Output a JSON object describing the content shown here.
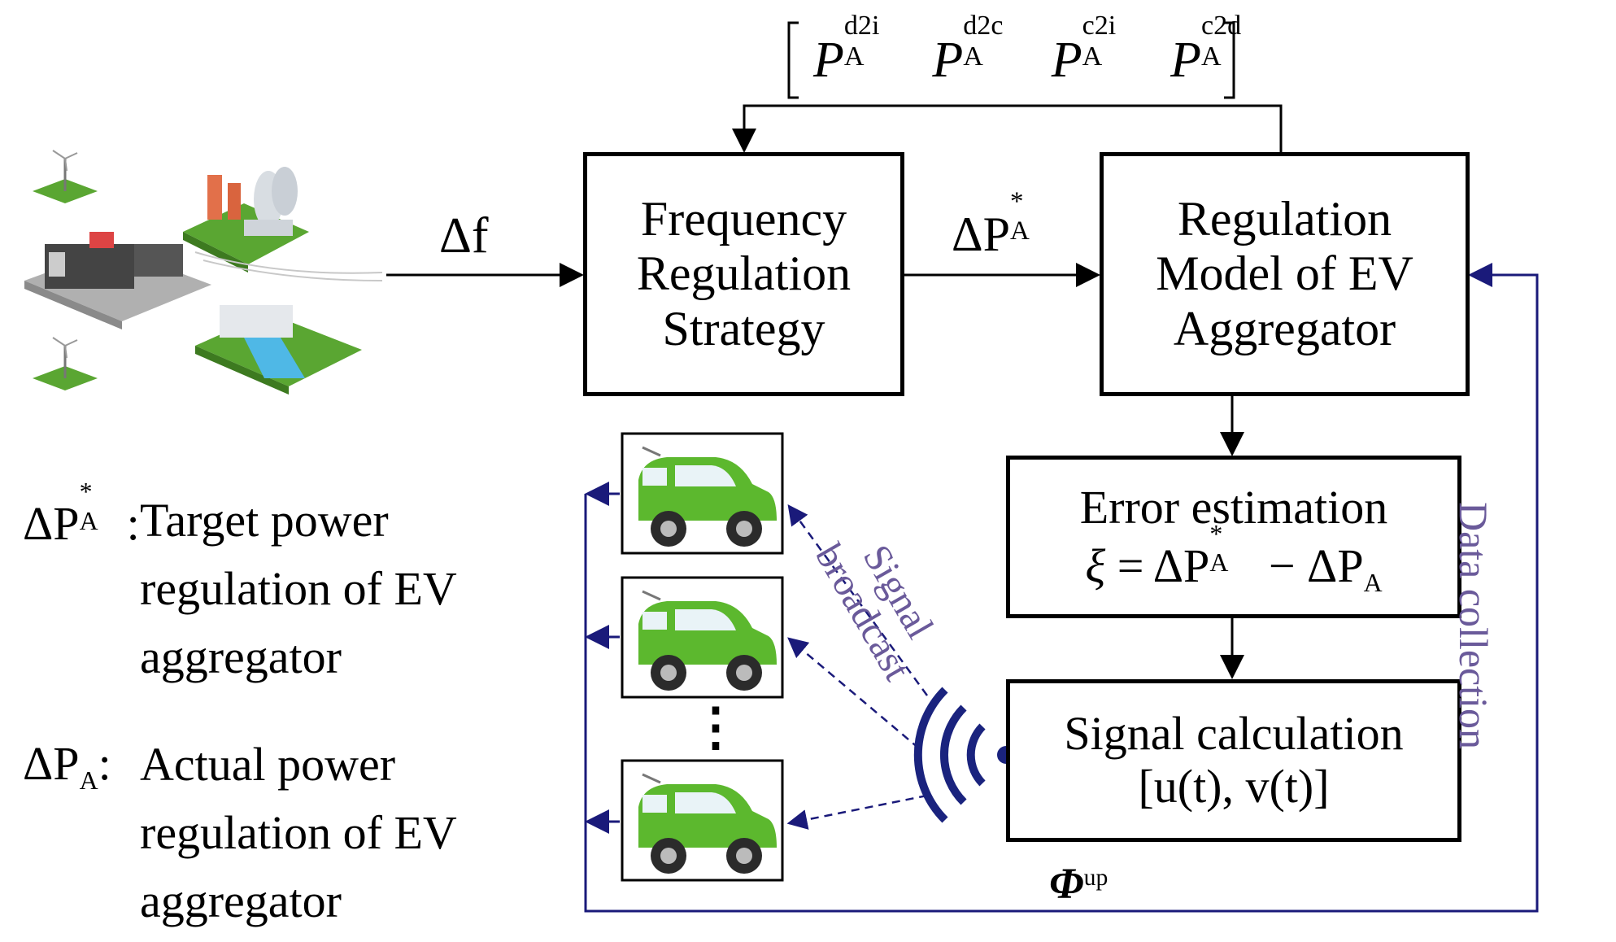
{
  "boxes": {
    "frequency_regulation": [
      "Frequency",
      "Regulation",
      "Strategy"
    ],
    "regulation_model": [
      "Regulation",
      "Model of EV",
      "Aggregator"
    ],
    "error_estimation": {
      "title": "Error estimation",
      "equation_lhs": "ξ",
      "equation_mid": "= ΔP",
      "equation_minus": "− ΔP"
    },
    "signal_calculation": {
      "title": "Signal calculation",
      "formula": "[u(t), v(t)]"
    }
  },
  "signals": {
    "delta_f": "Δf",
    "delta_p": "ΔP",
    "sub_A": "A",
    "star": "*",
    "feedback_vector": {
      "symbol": "P",
      "terms": [
        {
          "sup": "d2i",
          "sub": "A"
        },
        {
          "sup": "d2c",
          "sub": "A"
        },
        {
          "sup": "c2i",
          "sub": "A"
        },
        {
          "sup": "c2d",
          "sub": "A"
        }
      ]
    },
    "phi_up": {
      "symbol": "Φ",
      "sup": "up"
    }
  },
  "labels": {
    "signal_broadcast": [
      "Signal",
      "broadcast"
    ],
    "data_collection": "Data collection",
    "ellipsis": "⋮"
  },
  "legend": {
    "target": {
      "symbol": "ΔP",
      "sub": "A",
      "sup": "*",
      "colon": ":",
      "lines": [
        "Target power",
        "regulation of EV",
        "aggregator"
      ]
    },
    "actual": {
      "symbol": "ΔP",
      "sub": "A",
      "colon": ":",
      "lines": [
        "Actual power",
        "regulation of EV",
        "aggregator"
      ]
    }
  },
  "colors": {
    "line_black": "#000000",
    "line_navy": "#1a1a7a",
    "label_purple": "#6a5a9a",
    "car_green": "#5cb82e",
    "car_dark": "#3c8a1e",
    "wifi_navy": "#1a237e"
  },
  "icons": [
    "power-grid-illustration",
    "ev-car-icon",
    "wireless-broadcast-icon"
  ]
}
